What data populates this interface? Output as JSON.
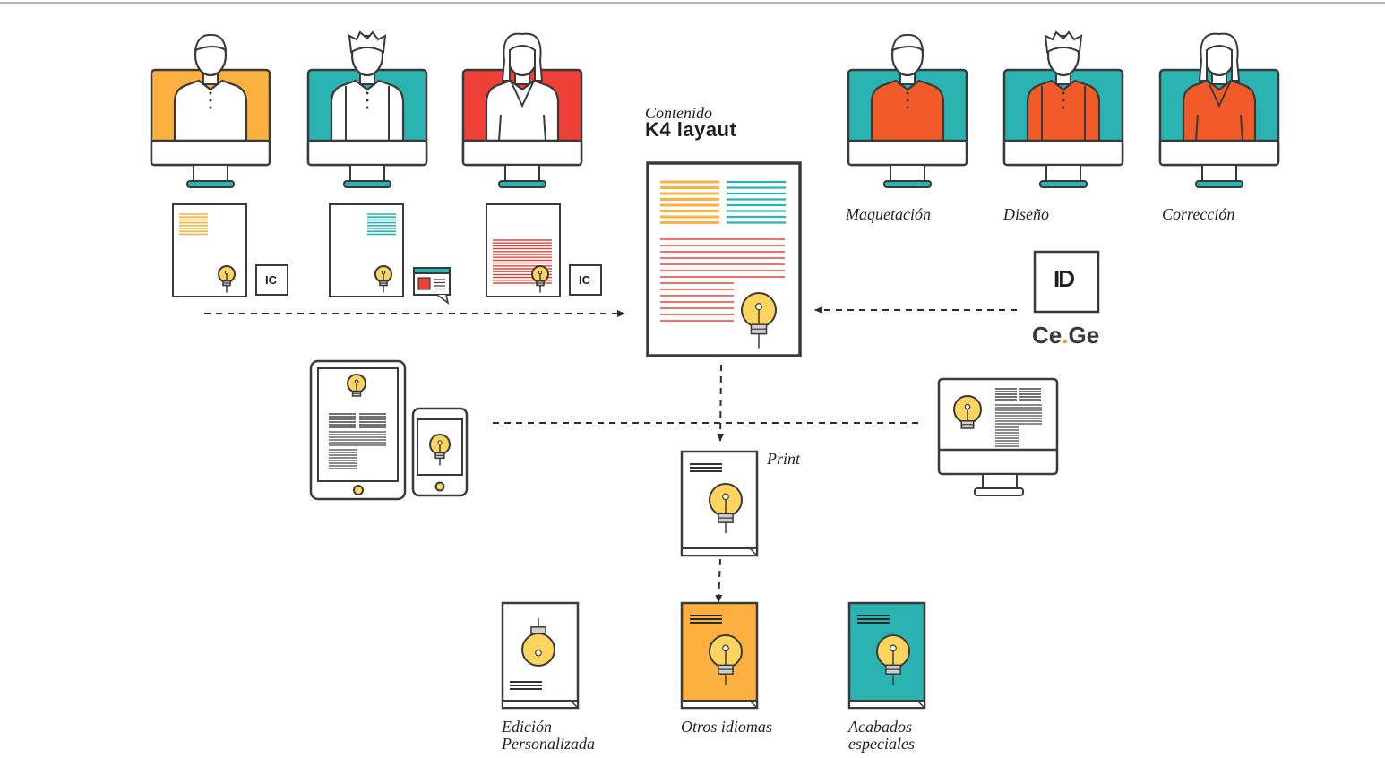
{
  "colors": {
    "orange": "#fcb040",
    "teal": "#2bb3b1",
    "red": "#ee4036",
    "shirt": "#f15a29",
    "bulb": "#fcd45e",
    "outline": "#3a3a3a"
  },
  "central": {
    "title_small": "Contenido",
    "title_big": "K4 layaut"
  },
  "roles": [
    {
      "label": "Maquetación"
    },
    {
      "label": "Diseño"
    },
    {
      "label": "Corrección"
    }
  ],
  "tools": {
    "ic": "IC",
    "id": "ID",
    "brand_left": "Ce",
    "brand_dot": ".",
    "brand_right": "Ge"
  },
  "print_label": "Print",
  "outputs": [
    {
      "line1": "Edición",
      "line2": "Personalizada"
    },
    {
      "line1": "Otros idiomas",
      "line2": ""
    },
    {
      "line1": "Acabados",
      "line2": "especiales"
    }
  ],
  "icons": [
    "person-icon",
    "monitor-icon",
    "document-icon",
    "lightbulb-icon",
    "tablet-icon",
    "phone-icon",
    "book-icon"
  ]
}
